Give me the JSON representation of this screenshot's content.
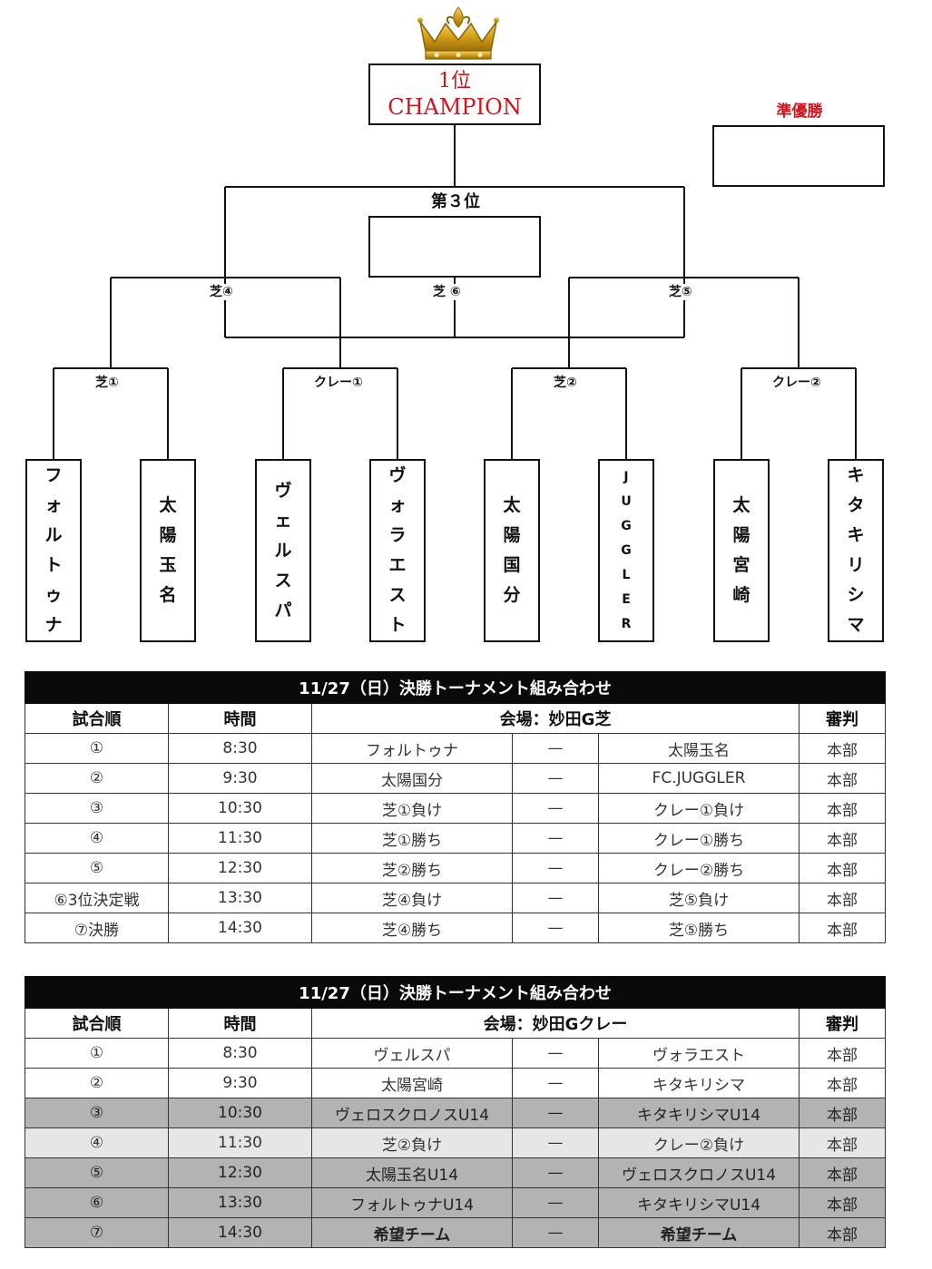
{
  "bracket": {
    "champion_line1": "1位",
    "champion_line2": "CHAMPION",
    "runner_up_label": "準優勝",
    "third_label": "第３位",
    "matches": {
      "shiba4": "芝④",
      "shiba6": "芝 ⑥",
      "shiba5": "芝⑤",
      "shiba1": "芝①",
      "clay1": "クレー①",
      "shiba2": "芝②",
      "clay2": "クレー②"
    },
    "teams": [
      {
        "chars": [
          "フ",
          "ォ",
          "ル",
          "ト",
          "ゥ",
          "ナ"
        ]
      },
      {
        "chars": [
          "太",
          "陽",
          "玉",
          "名"
        ]
      },
      {
        "chars": [
          "ヴ",
          "ェ",
          "ル",
          "ス",
          "パ"
        ]
      },
      {
        "chars": [
          "ヴ",
          "ォ",
          "ラ",
          "エ",
          "ス",
          "ト"
        ]
      },
      {
        "chars": [
          "太",
          "陽",
          "国",
          "分"
        ]
      },
      {
        "chars": [
          "J",
          "U",
          "G",
          "G",
          "L",
          "E",
          "R"
        ]
      },
      {
        "chars": [
          "太",
          "陽",
          "宮",
          "崎"
        ]
      },
      {
        "chars": [
          "キ",
          "タ",
          "キ",
          "リ",
          "シ",
          "マ"
        ]
      }
    ]
  },
  "table1": {
    "title": "11/27（日）決勝トーナメント組み合わせ",
    "headers": {
      "order": "試合順",
      "time": "時間",
      "venue": "会場：妙田G芝",
      "referee": "審判"
    },
    "rows": [
      {
        "order": "①",
        "time": "8:30",
        "home": "フォルトゥナ",
        "dash": "—",
        "away": "太陽玉名",
        "ref": "本部"
      },
      {
        "order": "②",
        "time": "9:30",
        "home": "太陽国分",
        "dash": "—",
        "away": "FC.JUGGLER",
        "ref": "本部"
      },
      {
        "order": "③",
        "time": "10:30",
        "home": "芝①負け",
        "dash": "—",
        "away": "クレー①負け",
        "ref": "本部"
      },
      {
        "order": "④",
        "time": "11:30",
        "home": "芝①勝ち",
        "dash": "—",
        "away": "クレー①勝ち",
        "ref": "本部"
      },
      {
        "order": "⑤",
        "time": "12:30",
        "home": "芝②勝ち",
        "dash": "—",
        "away": "クレー②勝ち",
        "ref": "本部"
      },
      {
        "order": "⑥3位決定戦",
        "time": "13:30",
        "home": "芝④負け",
        "dash": "—",
        "away": "芝⑤負け",
        "ref": "本部"
      },
      {
        "order": "⑦決勝",
        "time": "14:30",
        "home": "芝④勝ち",
        "dash": "—",
        "away": "芝⑤勝ち",
        "ref": "本部"
      }
    ]
  },
  "table2": {
    "title": "11/27（日）決勝トーナメント組み合わせ",
    "headers": {
      "order": "試合順",
      "time": "時間",
      "venue": "会場：妙田Gクレー",
      "referee": "審判"
    },
    "rows": [
      {
        "order": "①",
        "time": "8:30",
        "home": "ヴェルスパ",
        "dash": "—",
        "away": "ヴォラエスト",
        "ref": "本部"
      },
      {
        "order": "②",
        "time": "9:30",
        "home": "太陽宮崎",
        "dash": "—",
        "away": "キタキリシマ",
        "ref": "本部"
      },
      {
        "order": "③",
        "time": "10:30",
        "home": "ヴェロスクロノスU14",
        "dash": "—",
        "away": "キタキリシマU14",
        "ref": "本部"
      },
      {
        "order": "④",
        "time": "11:30",
        "home": "芝②負け",
        "dash": "—",
        "away": "クレー②負け",
        "ref": "本部"
      },
      {
        "order": "⑤",
        "time": "12:30",
        "home": "太陽玉名U14",
        "dash": "—",
        "away": "ヴェロスクロノスU14",
        "ref": "本部"
      },
      {
        "order": "⑥",
        "time": "13:30",
        "home": "フォルトゥナU14",
        "dash": "—",
        "away": "キタキリシマU14",
        "ref": "本部"
      },
      {
        "order": "⑦",
        "time": "14:30",
        "home": "希望チーム",
        "dash": "—",
        "away": "希望チーム",
        "ref": "本部"
      }
    ]
  },
  "colors": {
    "accent_red": "#d0141c",
    "title_bar": "#0a0a0a",
    "shaded_row": "#b3b3b3",
    "crown_gold": "#d4a017"
  }
}
